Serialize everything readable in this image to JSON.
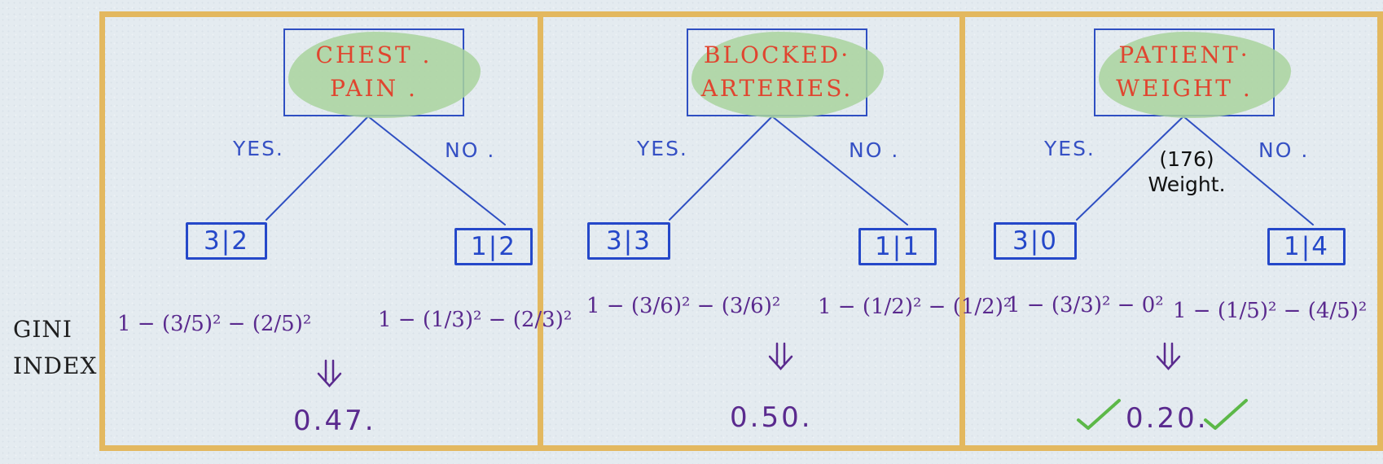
{
  "side_label": [
    "GINI",
    "INDEX"
  ],
  "panels": [
    {
      "root": [
        "CHEST .",
        "PAIN ."
      ],
      "yes": "YES.",
      "no": "NO .",
      "left_leaf": "3|2",
      "right_leaf": "1|2",
      "left_formula": "1 − (3/5)² − (2/5)²",
      "right_formula": "1 − (1/3)² − (2/3)²",
      "arrow": "⇓",
      "result": "0.47."
    },
    {
      "root": [
        "BLOCKED·",
        "ARTERIES."
      ],
      "yes": "YES.",
      "no": "NO .",
      "left_leaf": "3|3",
      "right_leaf": "1|1",
      "left_formula": "1 − (3/6)² − (3/6)²",
      "right_formula": "1 − (1/2)² − (1/2)²",
      "arrow": "⇓",
      "result": "0.50."
    },
    {
      "root": [
        "PATIENT·",
        "WEIGHT ."
      ],
      "yes": "YES.",
      "no": "NO .",
      "threshold": [
        "(176)",
        "Weight."
      ],
      "left_leaf": "3|0",
      "right_leaf": "1|4",
      "left_formula": "1 − (3/3)² − 0²",
      "right_formula": "1 − (1/5)² − (4/5)²",
      "arrow": "⇓",
      "result": "0.20."
    }
  ],
  "colors": {
    "frame": "#e3b85f",
    "root_text": "#e0452f",
    "root_highlight": "#a9d39d",
    "tree_lines": "#2f4fc2",
    "formula": "#5a2a8e",
    "checkmark": "#5cb848"
  },
  "icons": [
    "double-down-arrow-icon",
    "checkmark-icon"
  ]
}
